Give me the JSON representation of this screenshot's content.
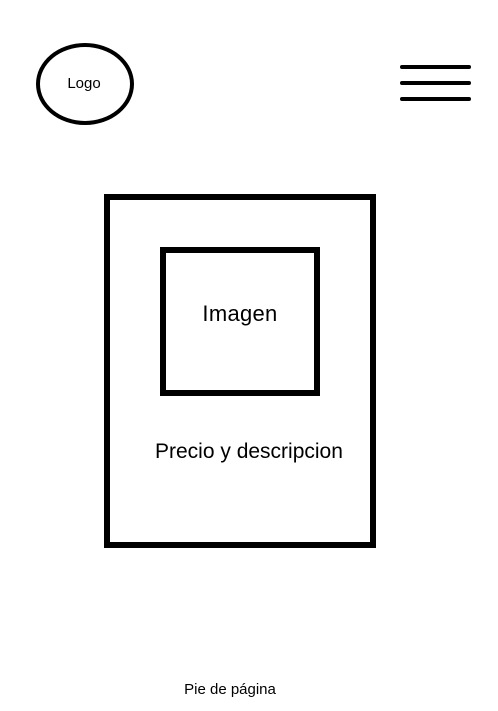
{
  "header": {
    "logo_label": "Logo",
    "menu_icon": "hamburger-menu-icon"
  },
  "product_card": {
    "image_label": "Imagen",
    "price_description_label": "Precio y descripcion"
  },
  "footer": {
    "label": "Pie de página"
  },
  "colors": {
    "stroke": "#000000",
    "background": "#ffffff"
  }
}
